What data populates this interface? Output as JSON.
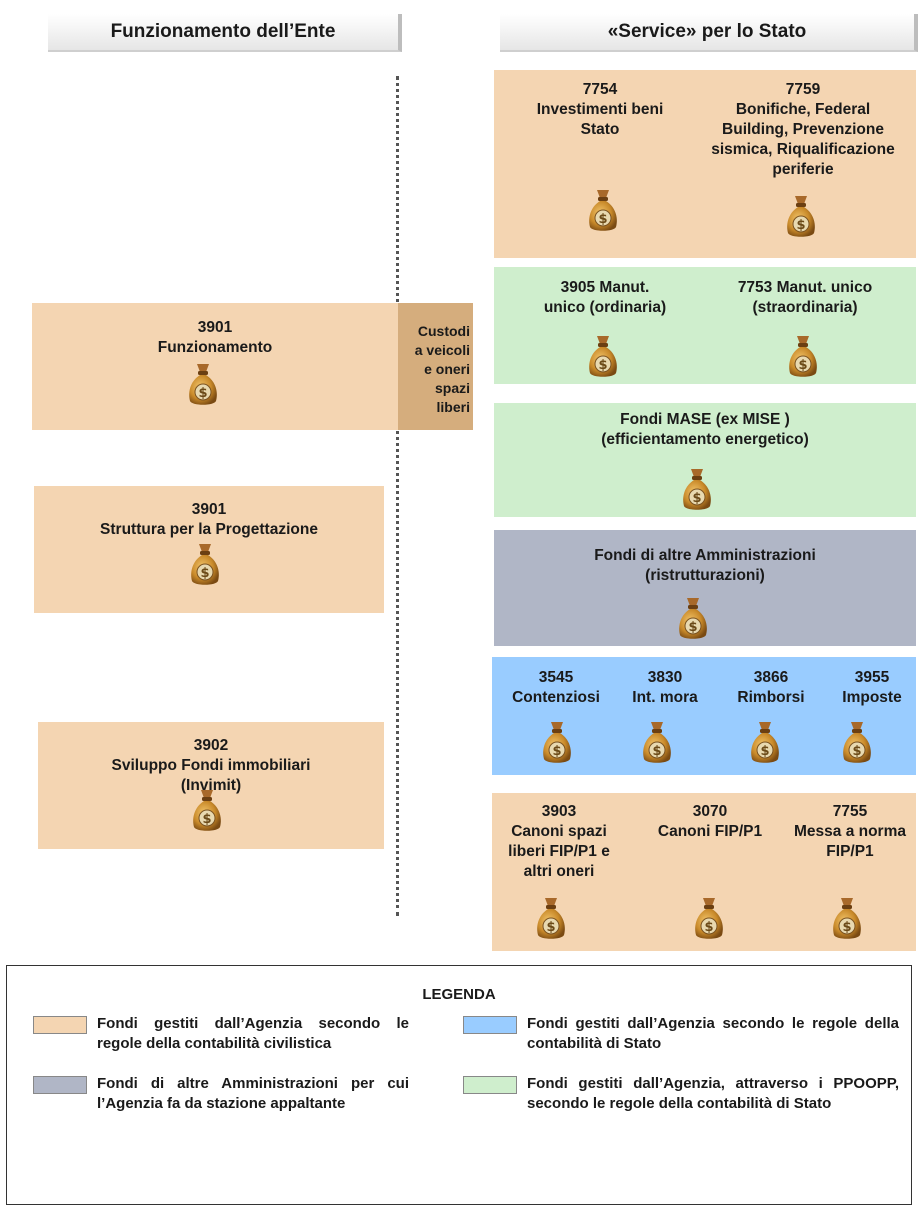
{
  "headers": {
    "left": "Funzionamento dell’Ente",
    "right": "«Service» per lo Stato"
  },
  "boxes": {
    "b7754": "7754\nInvestimenti beni\nStato",
    "b7759": "7759\nBonifiche, Federal\nBuilding, Prevenzione\nsismica, Riqualificazione\nperiferie",
    "b3905": "3905 Manut.\nunico (ordinaria)",
    "b7753": "7753 Manut. unico\n(straordinaria)",
    "b3901f": "3901\nFunzionamento",
    "custodi": "Custodi\na veicoli\ne oneri\nspazi\nliberi",
    "mase": "Fondi MASE (ex MISE )\n(efficientamento energetico)",
    "b3901p": "3901\nStruttura per la Progettazione",
    "altre": "Fondi di altre Amministrazioni\n(ristrutturazioni)",
    "b3545": "3545\nContenziosi",
    "b3830": "3830\nInt. mora",
    "b3866": "3866\nRimborsi",
    "b3955": "3955\nImposte",
    "b3902": "3902\nSviluppo Fondi  immobiliari\n(Invimit)",
    "b3903": "3903\nCanoni spazi\nliberi  FIP/P1 e\naltri oneri",
    "b3070": "3070\nCanoni FIP/P1",
    "b7755": "7755\nMessa a norma\nFIP/P1"
  },
  "legend": {
    "title": "LEGENDA",
    "items": [
      {
        "text": "Fondi gestiti dall’Agenzia secondo le regole della contabilità civilistica",
        "color": "#f4d5b2"
      },
      {
        "text": "Fondi gestiti dall’Agenzia secondo le regole della contabilità di Stato",
        "color": "#99ccff"
      },
      {
        "text": "Fondi di altre Amministrazioni per cui l’Agenzia fa da stazione appaltante",
        "color": "#b0b6c6"
      },
      {
        "text": "Fondi gestiti dall’Agenzia, attraverso i PPOOPP, secondo le regole della contabilità di Stato",
        "color": "#cfeecd"
      }
    ]
  },
  "icons": {
    "money_bag": "money-bag-icon"
  }
}
